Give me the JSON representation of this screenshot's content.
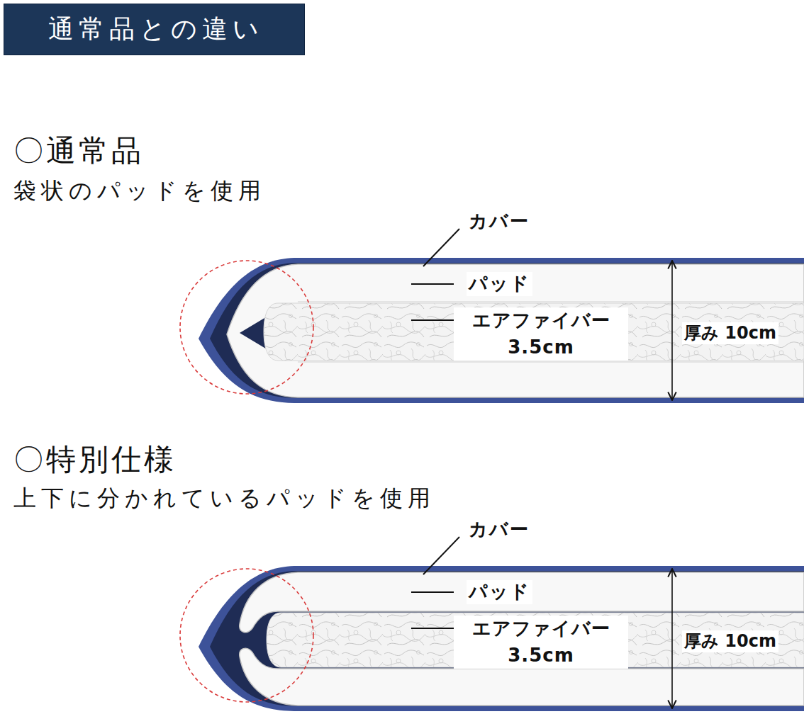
{
  "diagram": {
    "title": "通常品との違い",
    "labels": [
      "〇通常品",
      "袋状のパッドを使用",
      "カバー",
      "パッド",
      "エアファイバー 3.5cm",
      "厚み 10cm",
      "〇特別仕様",
      "上下に分かれているパッドを使用",
      "カバー",
      "パッド",
      "エアファイバー 3.5cm",
      "厚み 10cm"
    ]
  }
}
